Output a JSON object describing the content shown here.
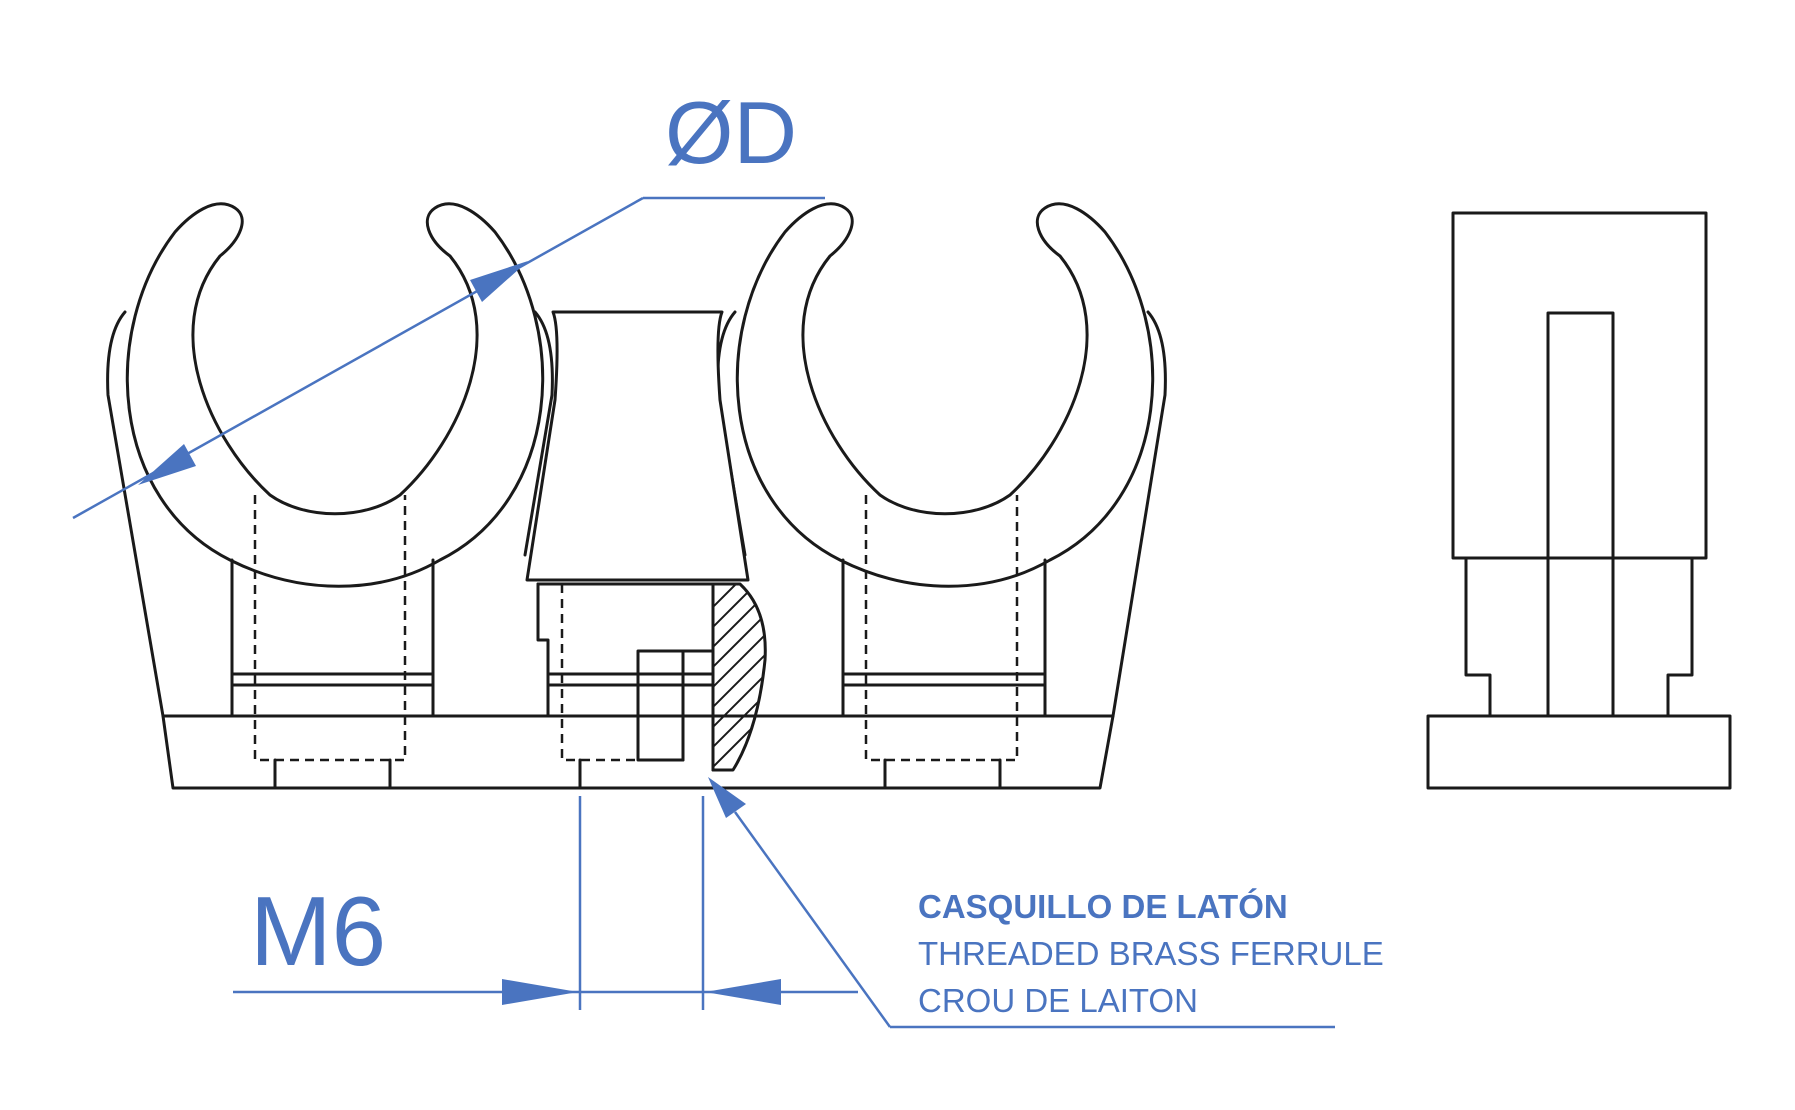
{
  "diameter_label": "ØD",
  "thread_label": "M6",
  "ferrule_note": {
    "spanish": "CASQUILLO DE LATÓN",
    "english": "THREADED BRASS FERRULE",
    "french": "CROU DE LAITON"
  },
  "colors": {
    "annotation": "#4a74c0",
    "linework": "#1a1a1a"
  }
}
